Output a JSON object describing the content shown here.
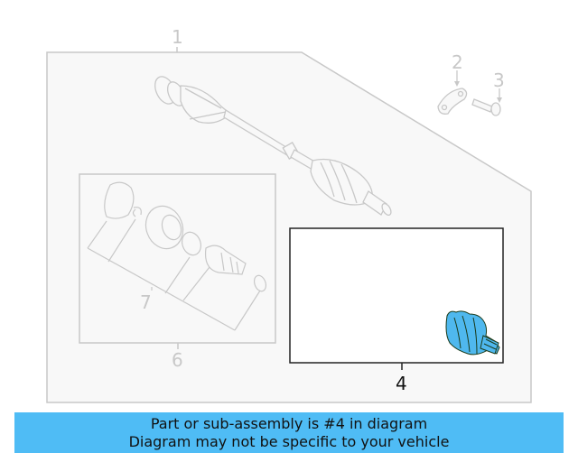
{
  "diagram": {
    "callouts": [
      {
        "id": "1",
        "label": "1"
      },
      {
        "id": "2",
        "label": "2"
      },
      {
        "id": "3",
        "label": "3"
      },
      {
        "id": "4",
        "label": "4",
        "highlighted": true
      },
      {
        "id": "6",
        "label": "6"
      },
      {
        "id": "7",
        "label": "7"
      }
    ],
    "highlight_color": "#4fb8ee",
    "line_color": "#c8c8c8",
    "panel_fill": "#f8f8f8"
  },
  "banner": {
    "line1": "Part or sub-assembly is #4 in diagram",
    "line2": "Diagram may not be specific to your vehicle",
    "background": "#4fbcf5"
  }
}
